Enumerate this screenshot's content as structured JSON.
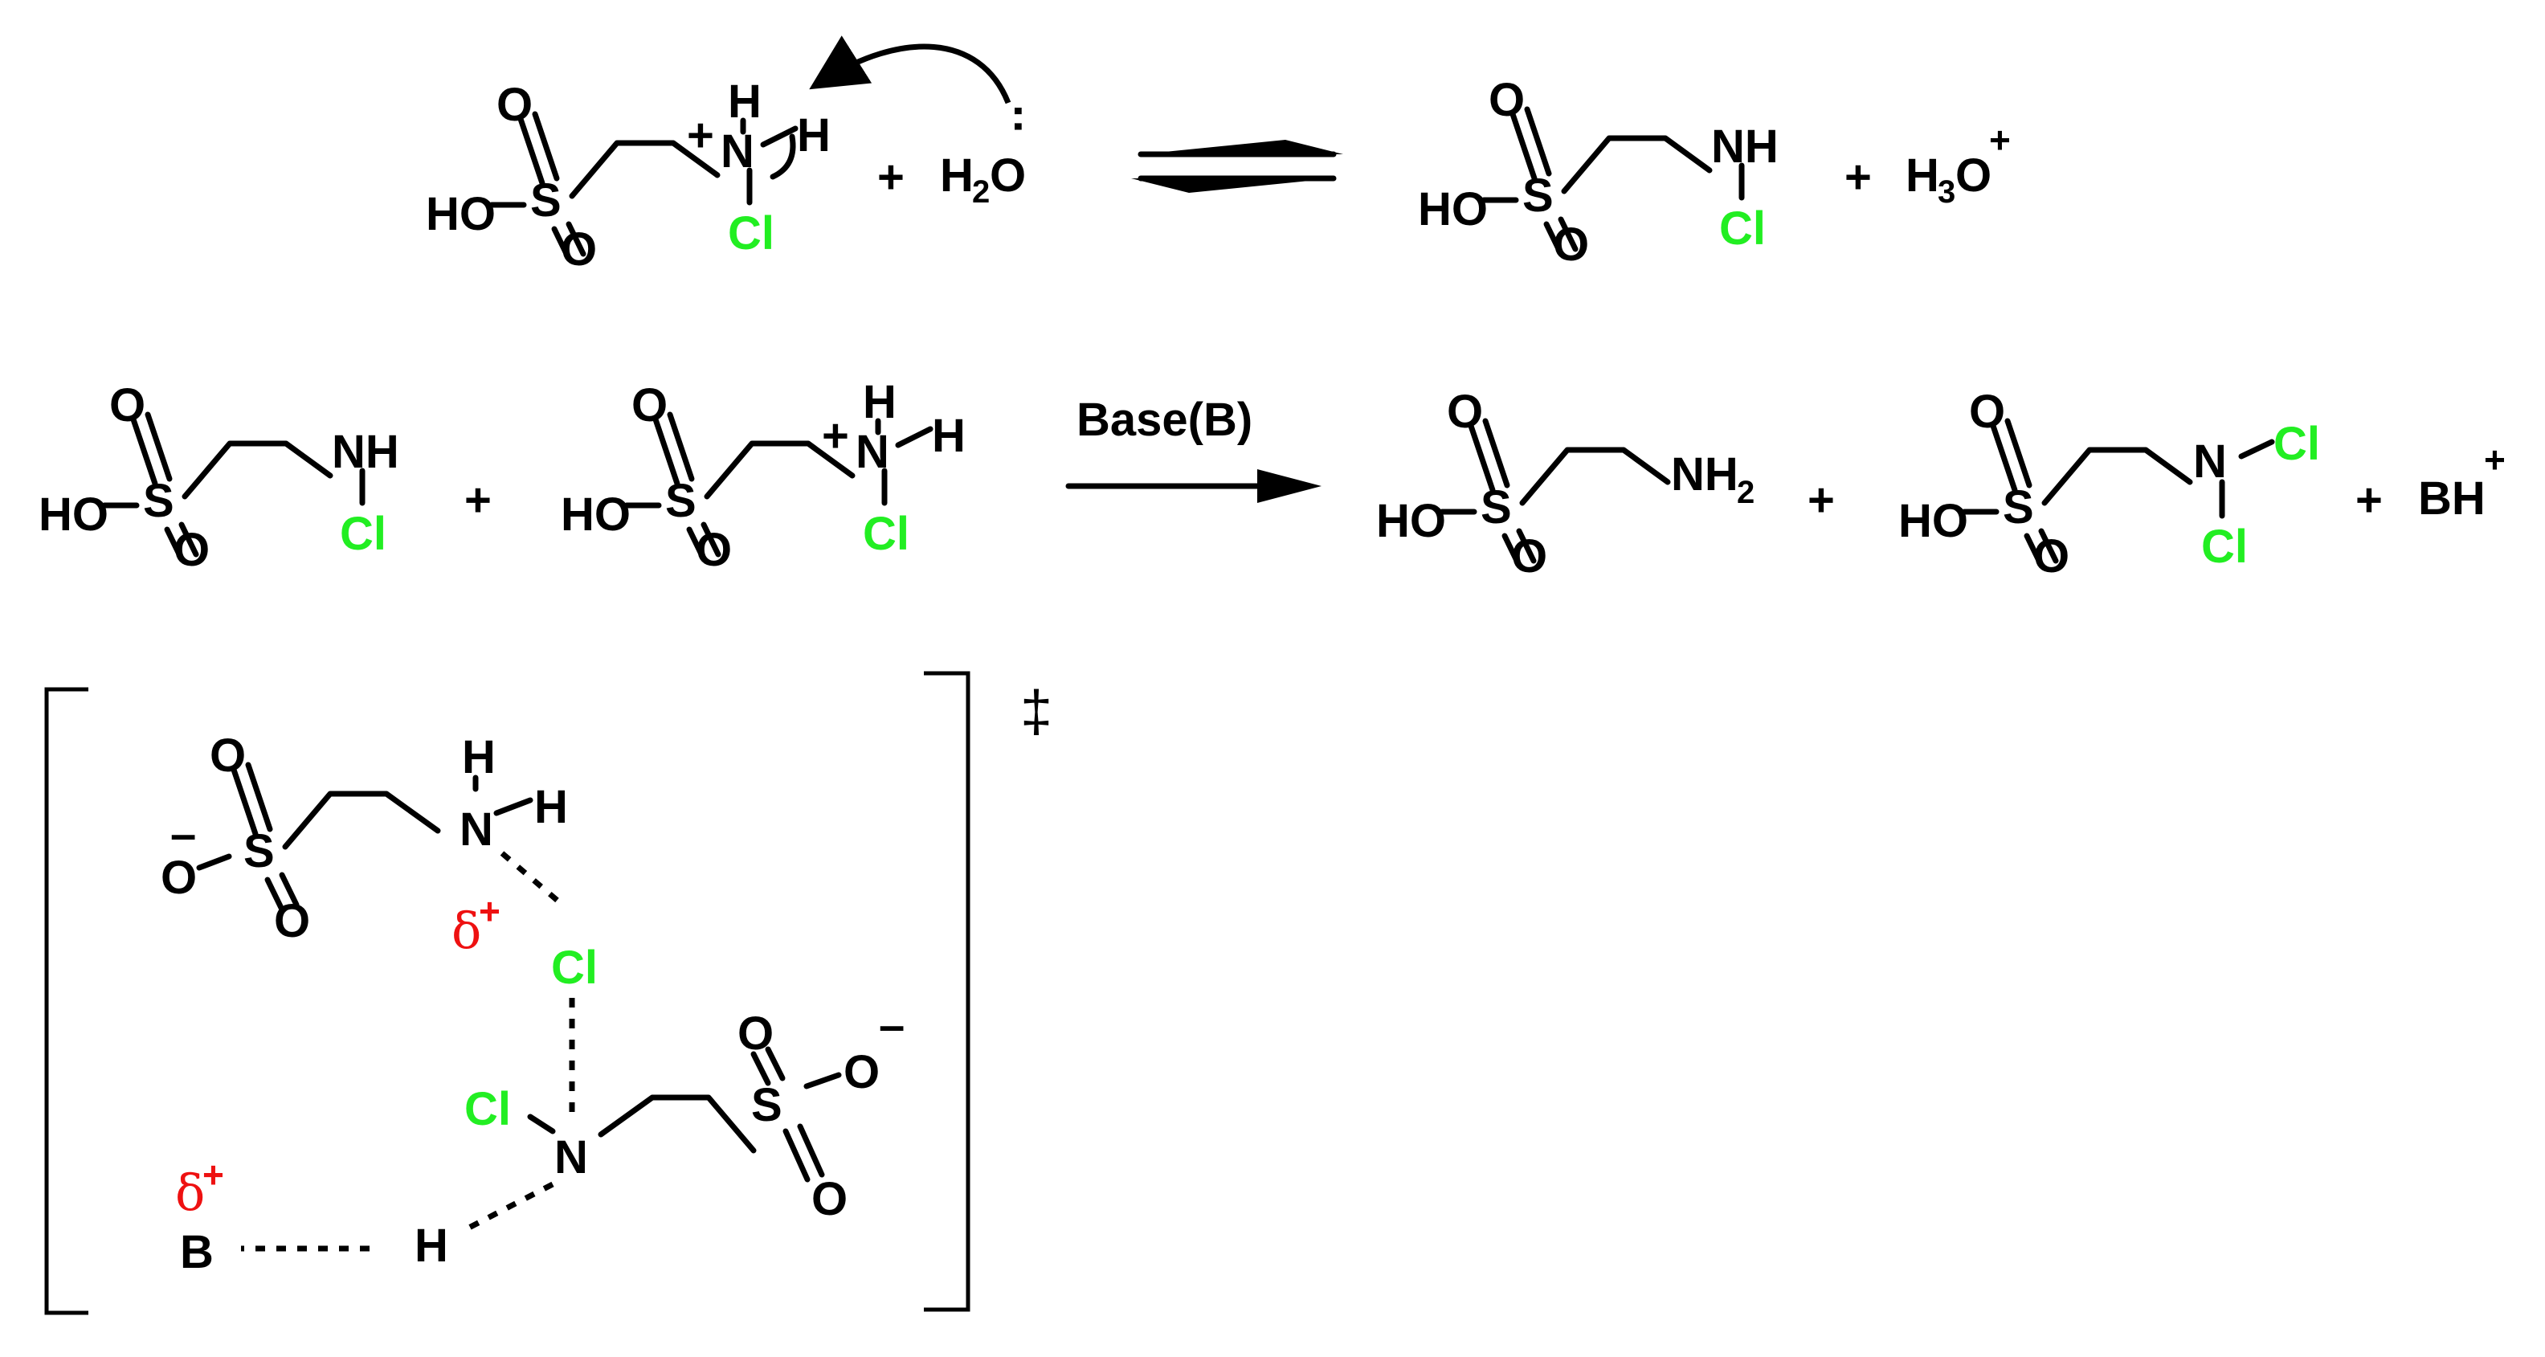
{
  "colors": {
    "chlorine": "#22ee22",
    "partial_charge": "#ee1111",
    "ink": "#000000"
  },
  "atoms": {
    "H": "H",
    "N": "N",
    "O": "O",
    "S": "S",
    "Cl": "Cl",
    "B": "B",
    "HO": "HO",
    "NH": "NH",
    "NH2_main": "NH",
    "sub2": "2",
    "sub3": "3"
  },
  "symbols": {
    "plus": "+",
    "minus": "–",
    "lone_pair": "··",
    "delta": "δ",
    "delta_charge": "+",
    "double_dagger": "‡",
    "BH": "BH",
    "BH_charge": "+"
  },
  "species": {
    "water_H": "H",
    "water_O": "O",
    "hydronium_H": "H",
    "hydronium_O": "O",
    "hydronium_charge": "+"
  },
  "reagents": {
    "base": "Base(B)"
  }
}
